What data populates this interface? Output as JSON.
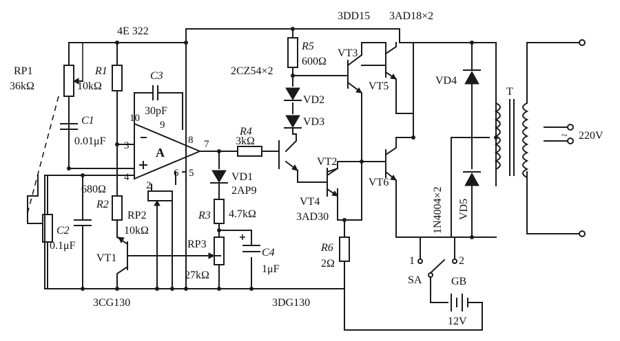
{
  "labels": {
    "ic_model": "4E 322",
    "rp1_name": "RP1",
    "rp1_value": "36kΩ",
    "r1_name": "R1",
    "r1_value": "10kΩ",
    "c3_name": "C3",
    "c3_value": "30pF",
    "c1_name": "C1",
    "c1_value": "0.01μF",
    "ic_name": "A",
    "pin_10": "10",
    "pin_9": "9",
    "pin_8": "8",
    "pin_7": "7",
    "pin_3": "3",
    "pin_4": "4",
    "pin_2": "2",
    "pin_6": "6",
    "pin_5": "5",
    "r2_value": "680Ω",
    "r2_name": "R2",
    "rp2_name": "RP2",
    "rp2_value": "10kΩ",
    "c2_name": "C2",
    "c2_value": "0.1μF",
    "vt1_name": "VT1",
    "vt1_model": "3CG130",
    "r4_name": "R4",
    "r4_value": "3kΩ",
    "vd1_name": "VD1",
    "vd1_model": "2AP9",
    "r3_name": "R3",
    "r3_value": "4.7kΩ",
    "rp3_name": "RP3",
    "rp3_value": "27kΩ",
    "c4_name": "C4",
    "c4_value": "1μF",
    "r5_name": "R5",
    "r5_value": "600Ω",
    "zener_model": "2CZ54×2",
    "vd2_name": "VD2",
    "vd3_name": "VD3",
    "vt3_name": "VT3",
    "vt3_model": "3DD15",
    "vt5_name": "VT5",
    "vt56_model": "3AD18×2",
    "vt2_name": "VT2",
    "vt2_model": "3DG130",
    "vt4_name": "VT4",
    "vt4_model": "3AD30",
    "vt6_name": "VT6",
    "r6_name": "R6",
    "r6_value": "2Ω",
    "vd4_name": "VD4",
    "vd5_name": "VD5",
    "diode_model": "1N4004×2",
    "transformer_name": "T",
    "ac_value": "220V",
    "sw_name": "SA",
    "sw_pos1": "1",
    "sw_pos2": "2",
    "battery_name": "GB",
    "battery_value": "12V"
  }
}
